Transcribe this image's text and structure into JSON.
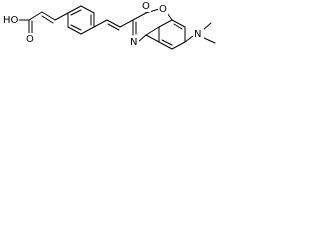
{
  "structure": {
    "labels": {
      "acid_hydroxyl": "HO",
      "acid_carbonyl_oxygen": "O",
      "lactone_carbonyl_oxygen": "O",
      "ring_oxygen": "O",
      "ring_nitrogen": "N",
      "amine_nitrogen": "N"
    }
  }
}
